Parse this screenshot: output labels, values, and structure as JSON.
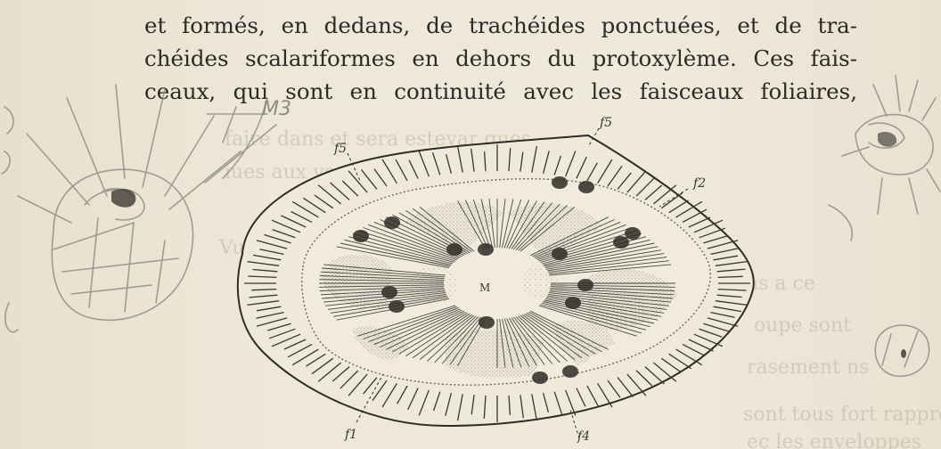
{
  "text_lines": [
    "et formés, en dedans, de trachéides ponctuées, et de tra-",
    "chéides scalariformes en dehors du protoxylème. Ces fais-",
    "ceaux, qui sont en continuité avec les faisceaux foliaires,"
  ],
  "figure": {
    "labels": {
      "f5_top": "f5",
      "f5_left": "f5",
      "f2": "f2",
      "f1": "f1",
      "f4": "f4",
      "center": "M"
    }
  },
  "pencil_note": "M3"
}
